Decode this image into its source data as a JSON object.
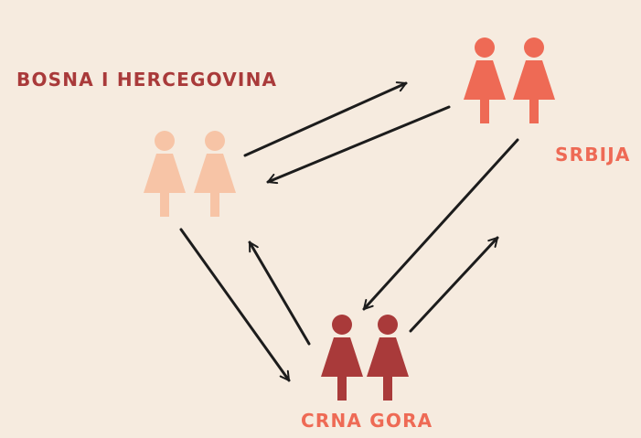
{
  "nodes": {
    "bih": {
      "label": "BOSNA I HERCEGOVINA",
      "color": "#f7c4a6",
      "label_color": "#a93a3a"
    },
    "srbija": {
      "label": "SRBIJA",
      "color": "#ee6a55",
      "label_color": "#ee6a55"
    },
    "crna_gora": {
      "label": "CRNA GORA",
      "color": "#a93a3a",
      "label_color": "#ee6a55"
    }
  },
  "edges": [
    {
      "from": "BOSNA I HERCEGOVINA",
      "to": "SRBIJA"
    },
    {
      "from": "SRBIJA",
      "to": "BOSNA I HERCEGOVINA"
    },
    {
      "from": "BOSNA I HERCEGOVINA",
      "to": "CRNA GORA"
    },
    {
      "from": "CRNA GORA",
      "to": "BOSNA I HERCEGOVINA"
    },
    {
      "from": "SRBIJA",
      "to": "CRNA GORA"
    },
    {
      "from": "CRNA GORA",
      "to": "SRBIJA"
    }
  ],
  "colors": {
    "background": "#f6ebdf",
    "arrow": "#1c1c1c"
  },
  "icons": {
    "person": "woman-icon"
  }
}
